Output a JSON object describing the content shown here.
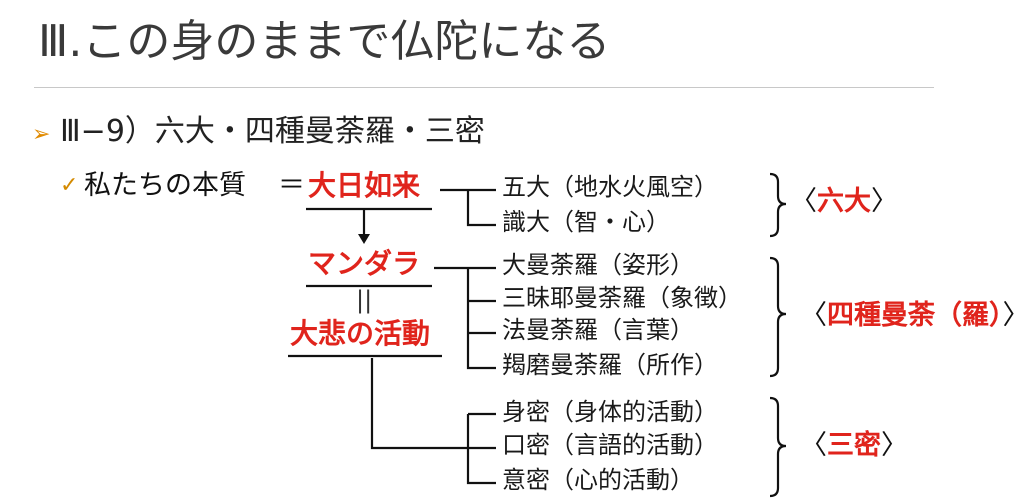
{
  "slide": {
    "title": "Ⅲ.この身のままで仏陀になる",
    "bullet_icon": "triangle-arrow-icon",
    "subtitle": "Ⅲ−9）六大・四種曼荼羅・三密",
    "check_icon": "checkmark-icon",
    "essence_label": "私たちの本質",
    "equals_sign": "＝",
    "dainichi": "大日如来",
    "mandala": "マンダラ",
    "equals_vertical": "||",
    "daihi": "大悲の活動"
  },
  "branches": {
    "rokudai_items": [
      "五大（地水火風空）",
      "識大（智・心）"
    ],
    "shishu_items": [
      "大曼荼羅（姿形）",
      "三昧耶曼荼羅（象徴）",
      "法曼荼羅（言葉）",
      "羯磨曼荼羅（所作）"
    ],
    "sanmitsu_items": [
      "身密（身体的活動）",
      "口密（言語的活動）",
      "意密（心的活動）"
    ]
  },
  "groups": {
    "rokudai_open": "〈",
    "rokudai": "六大",
    "rokudai_close": "〉",
    "shishu_open": "〈",
    "shishu": "四種曼荼（羅）",
    "shishu_close": "〉",
    "sanmitsu_open": "〈",
    "sanmitsu": "三密",
    "sanmitsu_close": "〉"
  },
  "colors": {
    "accent_red": "#e0241c",
    "bullet_orange": "#e08a00",
    "line": "#111111"
  }
}
